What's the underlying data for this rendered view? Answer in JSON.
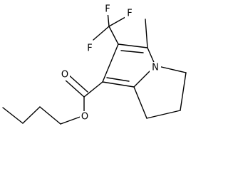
{
  "structure": {
    "atoms": {
      "fluorine_top": "F",
      "fluorine_left": "F",
      "fluorine_right": "F",
      "nitrogen": "N",
      "ester_oxygen": "O",
      "carbonyl_oxygen": "O"
    }
  }
}
